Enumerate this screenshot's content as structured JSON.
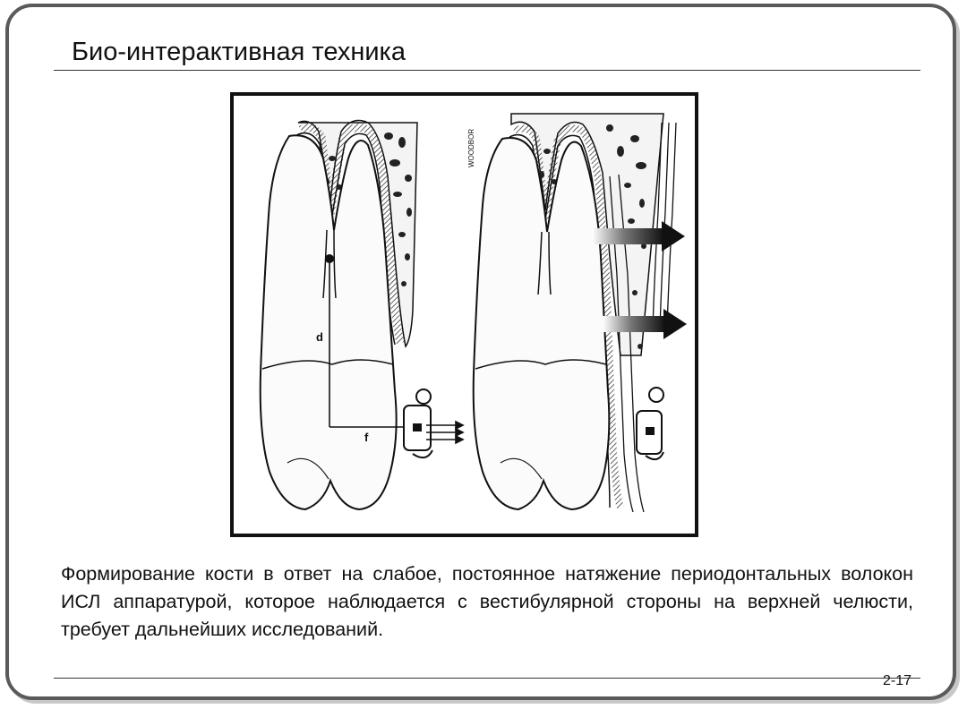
{
  "slide": {
    "title": "Био-интерактивная техника",
    "caption": "Формирование кости в ответ на слабое, постоянное натяжение периодонтальных волокон ИСЛ аппаратурой, которое наблюдается с вестибулярной стороны на верхней челюсти, требует дальнейших исследований.",
    "page_number": "2-17"
  },
  "figure": {
    "label_d": "d",
    "label_f": "f",
    "rotated_text": "WOODBOR",
    "arrow_color": "#111111"
  }
}
